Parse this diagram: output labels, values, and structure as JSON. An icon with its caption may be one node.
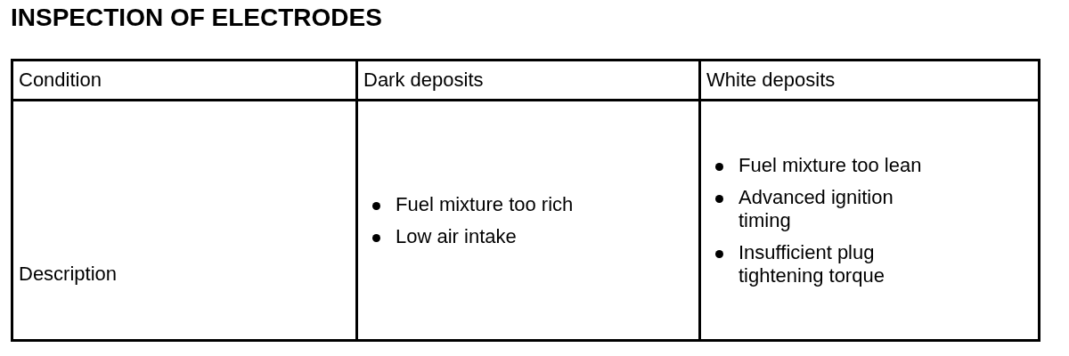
{
  "diagram": {
    "title": "INSPECTION OF ELECTRODES",
    "labels": [
      "Condition",
      "Dark deposits",
      "White deposits",
      "Description",
      "Fuel mixture too rich",
      "Low air intake",
      "Fuel mixture too lean",
      "Advanced ignition timing",
      "Insufficient plug tightening torque"
    ]
  }
}
